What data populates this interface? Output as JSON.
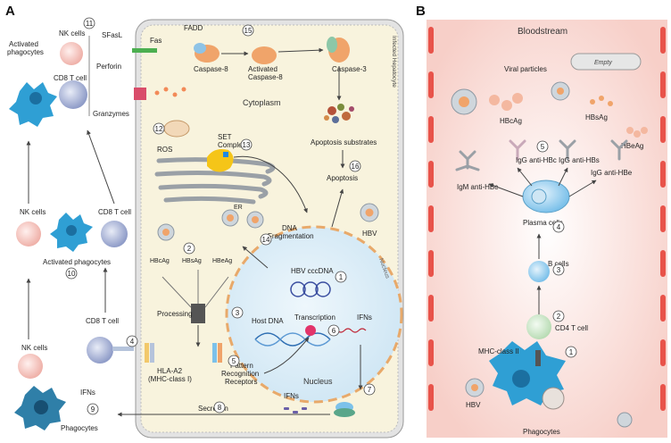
{
  "panels": {
    "a": "A",
    "b": "B"
  },
  "panel_a": {
    "infected_hepatocyte": "Infected Hepatocyte",
    "cytoplasm": "Cytoplasm",
    "nucleus": "Nucleus",
    "nucleus_rim": "Nucleus",
    "er": "ER",
    "labels": {
      "activated_phagocytes_top": "Activated phagocytes",
      "nk_cells_top": "NK cells",
      "cd8_t_cell_top": "CD8 T cell",
      "sfasl": "SFasL",
      "perforin": "Perforin",
      "granzymes": "Granzymes",
      "fas": "Fas",
      "fadd": "FADD",
      "caspase8": "Caspase-8",
      "activated_caspase8_l1": "Activated",
      "activated_caspase8_l2": "Caspase-8",
      "caspase3": "Caspase-3",
      "apoptosis_substrates": "Apoptosis substrates",
      "apoptosis": "Apoptosis",
      "ros": "ROS",
      "set_complex_l1": "SET",
      "set_complex_l2": "Complex",
      "dna_frag_l1": "DNA",
      "dna_frag_l2": "Fragmentation",
      "hbv_cccdna": "HBV cccDNA",
      "hbv": "HBV",
      "hbcag": "HBcAg",
      "hbsag": "HBsAg",
      "hbeag": "HBeAg",
      "processing": "Processing",
      "host_dna": "Host DNA",
      "transcription": "Transcription",
      "ifns_nucleus": "IFNs",
      "nk_cells_mid": "NK cells",
      "cd8_t_cell_mid": "CD8 T cell",
      "activated_phagocytes_mid": "Activated phagocytes",
      "cd8_t_cell_low": "CD8 T cell",
      "nk_cells_low": "NK cells",
      "ifns_left": "IFNs",
      "phagocytes": "Phagocytes",
      "hla_l1": "HLA-A2",
      "hla_l2": "(MHC-class I)",
      "prr_l1": "Pattern",
      "prr_l2": "Recognition",
      "prr_l3": "Receptors",
      "ifns_bottom": "IFNs",
      "secretion": "Secretion"
    },
    "steps": [
      "1",
      "2",
      "3",
      "4",
      "5",
      "6",
      "7",
      "8",
      "9",
      "10",
      "11",
      "12",
      "13",
      "14",
      "15",
      "16"
    ]
  },
  "panel_b": {
    "bloodstream": "Bloodstream",
    "empty": "Empty",
    "viral_particles": "Viral particles",
    "hbcag": "HBcAg",
    "hbsag": "HBsAg",
    "hbeag": "HBeAg",
    "igg_anti_hbc": "IgG anti-HBc",
    "igg_anti_hbs": "IgG anti-HBs",
    "igm_anti_hbc": "IgM anti-HBc",
    "igg_anti_hbe": "IgG anti-HBe",
    "plasma_cells": "Plasma cells",
    "b_cells": "B cells",
    "cd4_t_cell": "CD4 T cell",
    "mhc_class_ii": "MHC-class II",
    "hbv": "HBV",
    "phagocytes": "Phagocytes",
    "steps": [
      "1",
      "2",
      "3",
      "4",
      "5"
    ]
  },
  "colors": {
    "hepatocyte_fill": "#f8f3dd",
    "nucleus_fill": "#d9ecf7",
    "bloodstream_fill": "#fbe3df",
    "phagocyte": "#2f9fd4",
    "nk_cell": "#f6c9c4",
    "t_cell": "#a9b5d8",
    "caspase": "#f0a46a",
    "set_complex": "#f5c518"
  }
}
